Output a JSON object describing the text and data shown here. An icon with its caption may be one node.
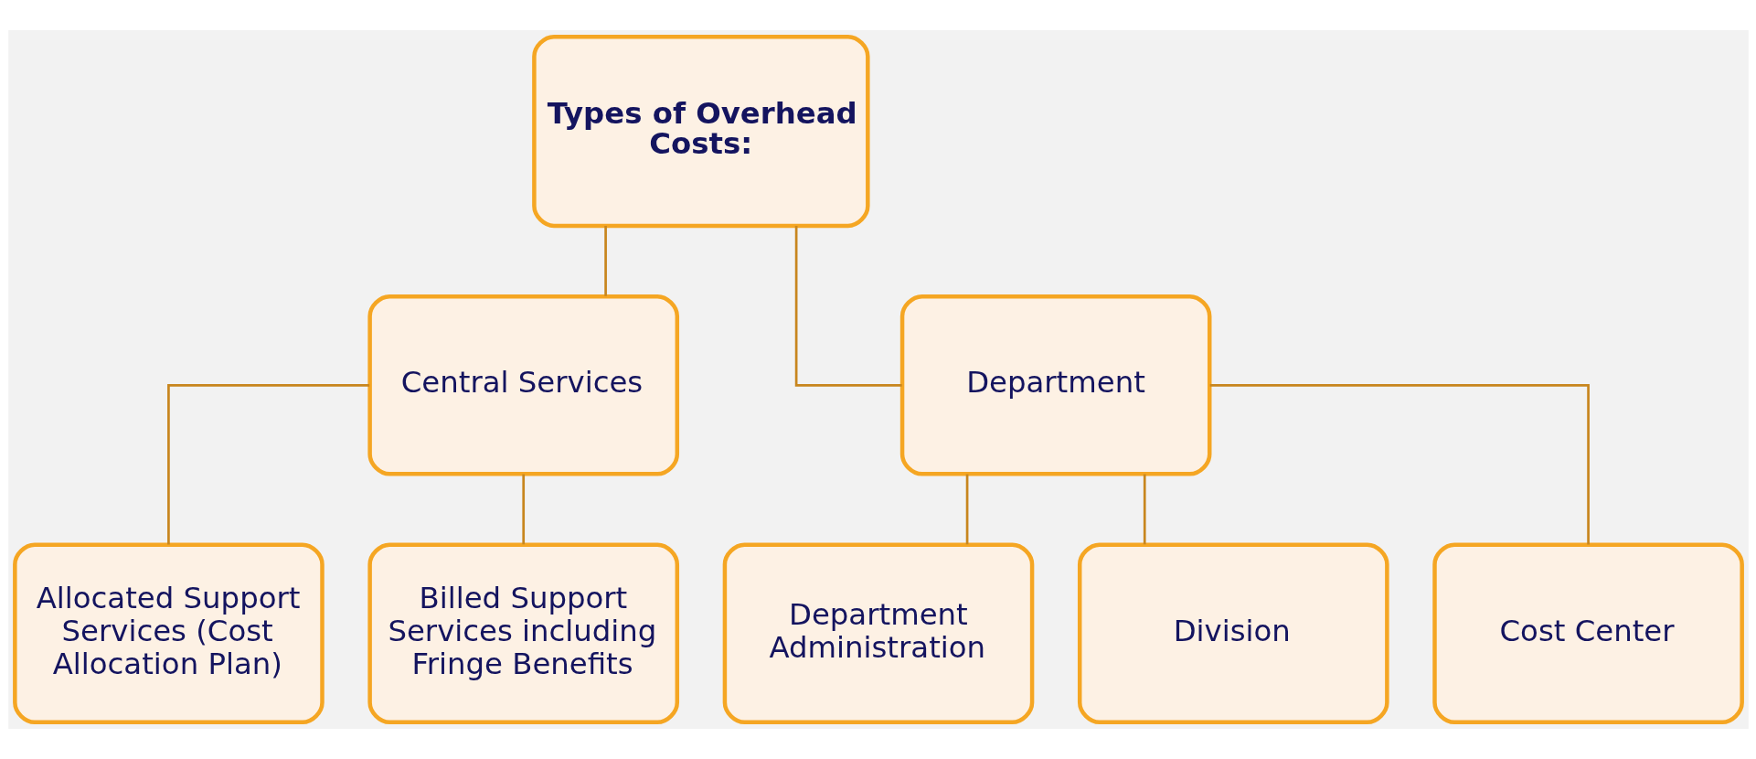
{
  "diagram": {
    "nodes": [
      {
        "text": [
          "Types of Overhead Costs:"
        ]
      },
      {
        "text": [
          "Central Services"
        ]
      },
      {
        "text": [
          "Department"
        ]
      },
      {
        "text": [
          "Allocated Support Services (Cost Allocation Plan)"
        ]
      },
      {
        "text": [
          "Billed Support Services including Fringe Benefits"
        ]
      },
      {
        "text": [
          "Department Administration"
        ]
      },
      {
        "text": [
          "Division"
        ]
      },
      {
        "text": [
          "Cost Center"
        ]
      }
    ],
    "edges": [
      {
        "from": 0,
        "to": 1,
        "arrow": "none"
      },
      {
        "from": 0,
        "to": 2,
        "arrow": "none"
      },
      {
        "from": 1,
        "to": 3,
        "arrow": "none"
      },
      {
        "from": 1,
        "to": 4,
        "arrow": "none"
      },
      {
        "from": 2,
        "to": 5,
        "arrow": "none"
      },
      {
        "from": 2,
        "to": 6,
        "arrow": "none"
      },
      {
        "from": 2,
        "to": 7,
        "arrow": "none"
      }
    ]
  }
}
